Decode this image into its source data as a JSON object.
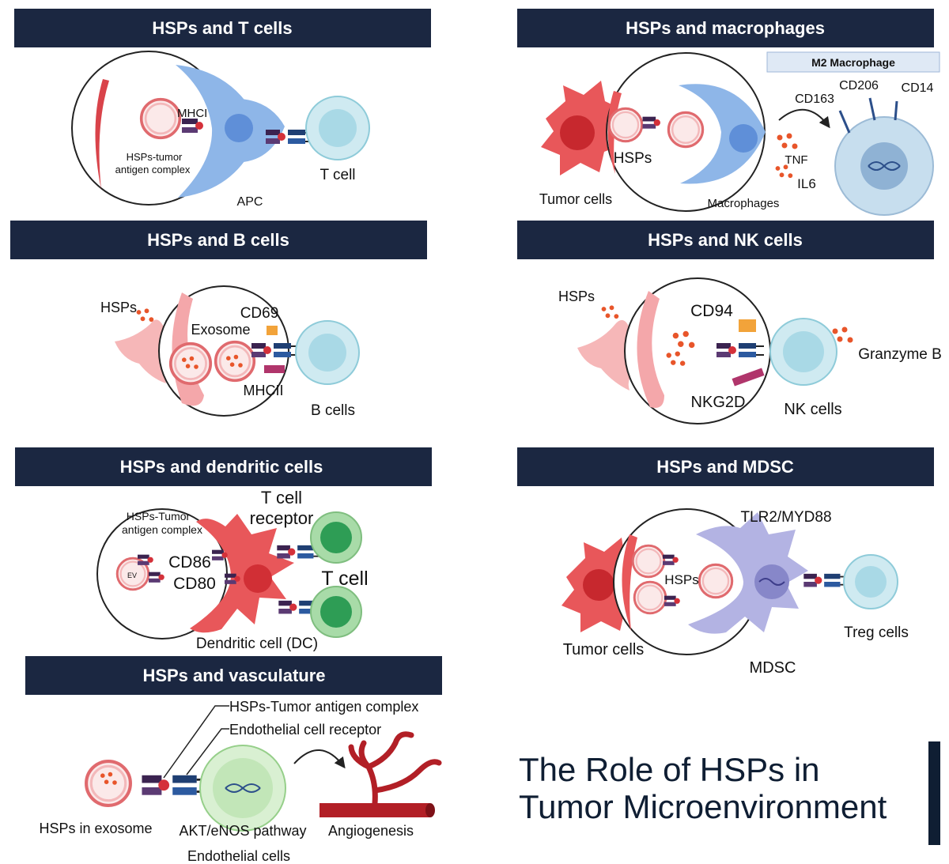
{
  "panels": {
    "tcells": {
      "title": "HSPs and T cells",
      "mhci": "MHCI",
      "complex_1": "HSPs-tumor",
      "complex_2": "antigen complex",
      "apc": "APC",
      "tcell": "T cell"
    },
    "macrophages": {
      "title": "HSPs and macrophages",
      "m2": "M2 Macrophage",
      "cd163": "CD163",
      "cd206": "CD206",
      "cd14": "CD14",
      "hsps": "HSPs",
      "tumor": "Tumor cells",
      "macrophages": "Macrophages",
      "tnf": "TNF",
      "il6": "IL6"
    },
    "bcells": {
      "title": "HSPs and B cells",
      "hsps": "HSPs",
      "exosome": "Exosome",
      "cd69": "CD69",
      "mhcii": "MHCII",
      "bcells": "B cells"
    },
    "nkcells": {
      "title": "HSPs and NK cells",
      "hsps": "HSPs",
      "cd94": "CD94",
      "granzyme": "Granzyme B",
      "nkg2d": "NKG2D",
      "nkcells": "NK cells"
    },
    "dendritic": {
      "title": "HSPs and dendritic cells",
      "complex_1": "HSPs-Tumor",
      "complex_2": "antigen complex",
      "ev": "EV",
      "cd86": "CD86",
      "cd80": "CD80",
      "tcr_1": "T cell",
      "tcr_2": "receptor",
      "tcell": "T cell",
      "dc": "Dendritic cell (DC)"
    },
    "mdsc": {
      "title": "HSPs and MDSC",
      "tlr": "TLR2/MYD88",
      "hsps": "HSPs",
      "tumor": "Tumor cells",
      "mdsc": "MDSC",
      "treg": "Treg cells"
    },
    "vasculature": {
      "title": "HSPs and vasculature",
      "complex": "HSPs-Tumor antigen complex",
      "receptor": "Endothelial cell receptor",
      "exosome": "HSPs in exosome",
      "akt": "AKT/eNOS pathway",
      "angio": "Angiogenesis",
      "endo": "Endothelial cells"
    }
  },
  "main_title": {
    "line1": "The Role of HSPs in",
    "line2": "Tumor Microenvironment"
  },
  "colors": {
    "header": "#1b2741",
    "accent": "#0f1e33",
    "tumor": "#e0484c",
    "apc": "#8eb6e8",
    "tcell": "#b7dfe9",
    "green": "#8fcf8f",
    "mdsc": "#b3b3e3"
  }
}
